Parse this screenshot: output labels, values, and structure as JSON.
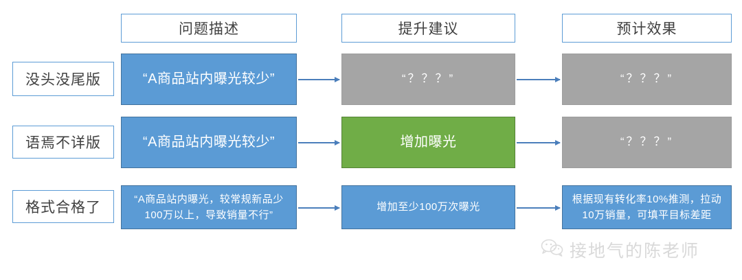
{
  "columns": [
    {
      "label": "问题描述"
    },
    {
      "label": "提升建议"
    },
    {
      "label": "预计效果"
    }
  ],
  "rows": [
    {
      "label": "没头没尾版",
      "cells": [
        {
          "text": "“A商品站内曝光较少”",
          "color": "#5B9BD5",
          "style": "blue"
        },
        {
          "text": "“？？？”",
          "color": "#A5A5A5",
          "style": "gray"
        },
        {
          "text": "“？？？”",
          "color": "#A5A5A5",
          "style": "gray"
        }
      ]
    },
    {
      "label": "语焉不详版",
      "cells": [
        {
          "text": "“A商品站内曝光较少”",
          "color": "#5B9BD5",
          "style": "blue"
        },
        {
          "text": "增加曝光",
          "color": "#70AD47",
          "style": "green"
        },
        {
          "text": "“？？？”",
          "color": "#A5A5A5",
          "style": "gray"
        }
      ]
    },
    {
      "label": "格式合格了",
      "cells": [
        {
          "text": "“A商品站内曝光，较常规新品少100万以上，导致销量不行”",
          "color": "#5B9BD5",
          "style": "blue"
        },
        {
          "text": "增加至少100万次曝光",
          "color": "#5B9BD5",
          "style": "blue"
        },
        {
          "text": "根据现有转化率10%推测，拉动10万销量，可填平目标差距",
          "color": "#5B9BD5",
          "style": "blue"
        }
      ]
    }
  ],
  "watermark": {
    "text": "接地气的陈老师",
    "icon": "wechat-icon",
    "color": "#D9D9D9"
  },
  "palette": {
    "accent_blue": "#5B9BD5",
    "accent_blue_border": "#41719C",
    "gray": "#A5A5A5",
    "green": "#70AD47",
    "arrow": "#4A7EBB",
    "outline_blue": "#5B9BD5",
    "text_dark": "#404040",
    "background": "#FFFFFF"
  }
}
